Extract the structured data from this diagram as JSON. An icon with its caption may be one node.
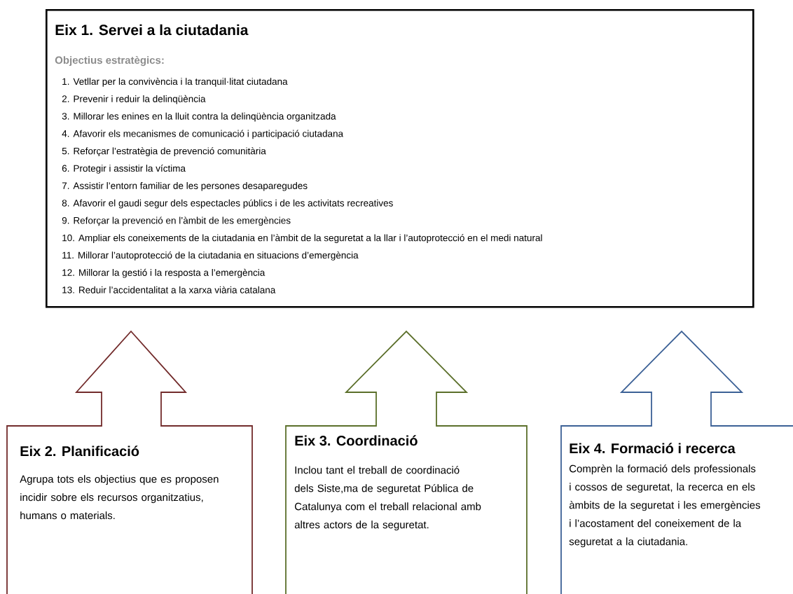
{
  "diagram": {
    "nodes": [
      {
        "text": [
          "Eix 1. Servei a la ciutadania",
          "Objectius estratègics:",
          "1. Vetllar per la convivència i la tranquil·litat ciutadana",
          "2. Prevenir i reduir la delinqüència",
          "3. Millorar les enines en la lluit contra la delinqüència organitzada",
          "4. Afavorir els mecanismes de comunicació i participació ciutadana",
          "5. Reforçar l’estratègia de prevenció comunitària",
          "6. Protegir i assistir la víctima",
          "7. Assistir l’entorn familiar de les persones desaparegudes",
          "8. Afavorir el gaudi segur dels espectacles públics i de les activitats recreatives",
          "9. Reforçar la prevenció en l’àmbit de les emergències",
          "10. Ampliar els coneixements de la ciutadania en l’àmbit de la seguretat a la llar i l’autoprotecció en el medi natural",
          "11. Millorar l’autoprotecció de la ciutadania en situacions d’emergència",
          "12. Millorar la gestió i la resposta a l’emergència",
          "13. Reduir l’accidentalitat a la xarxa viària catalana"
        ]
      },
      {
        "text": [
          "Eix 2. Planificació",
          "Agrupa tots els objectius que es proposen incidir sobre els recursos organitzatius, humans o materials."
        ]
      },
      {
        "text": [
          "Eix 3. Coordinació",
          "Inclou tant el treball de coordinació dels Siste,ma de seguretat Pública  de Catalunya com el treball relacional amb altres actors de la seguretat."
        ]
      },
      {
        "text": [
          "Eix 4. Formació i recerca",
          "Comprèn la formació dels professionals i cossos de seguretat, la recerca en els àmbits de la seguretat i les emergències i l’acostament del coneixement de la seguretat a la ciutadania."
        ]
      }
    ]
  }
}
